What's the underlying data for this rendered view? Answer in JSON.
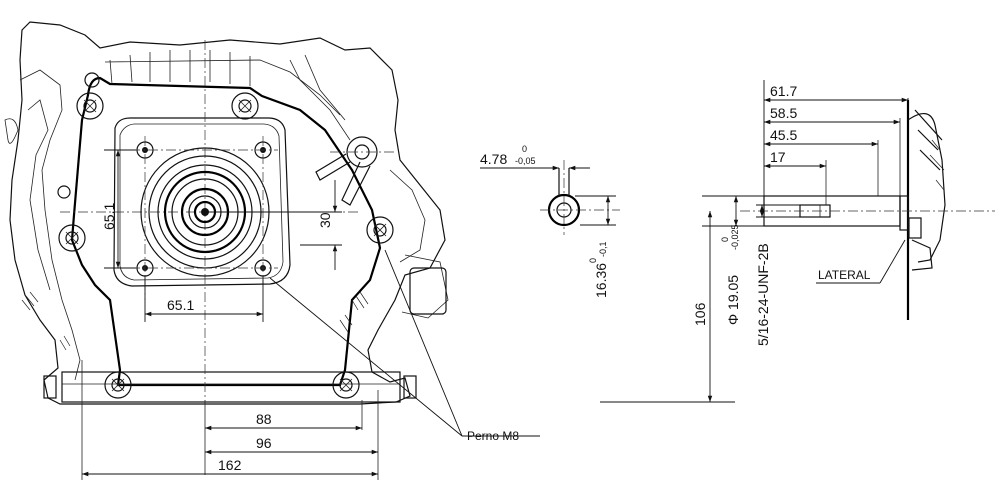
{
  "diagram": {
    "front_view": {
      "bolt_pattern_vertical": "65.1",
      "bolt_pattern_horizontal": "65.1",
      "offset_30": "30",
      "width_88": "88",
      "width_96": "96",
      "width_162": "162",
      "callout_perno": "Perno M8"
    },
    "key_detail": {
      "key_width": "4.78",
      "key_width_tol_upper": "0",
      "key_width_tol_lower": "-0,05",
      "key_depth": "16.36",
      "key_depth_tol_upper": "0",
      "key_depth_tol_lower": "-0,1"
    },
    "shaft_side_view": {
      "len_61_7": "61.7",
      "len_58_5": "58.5",
      "len_45_5": "45.5",
      "len_17": "17",
      "height_106": "106",
      "shaft_diameter": "Φ 19.05",
      "shaft_diameter_tol_upper": "0",
      "shaft_diameter_tol_lower": "-0,025",
      "thread": "5/16-24-UNF-2B",
      "callout_lateral": "LATERAL"
    }
  }
}
